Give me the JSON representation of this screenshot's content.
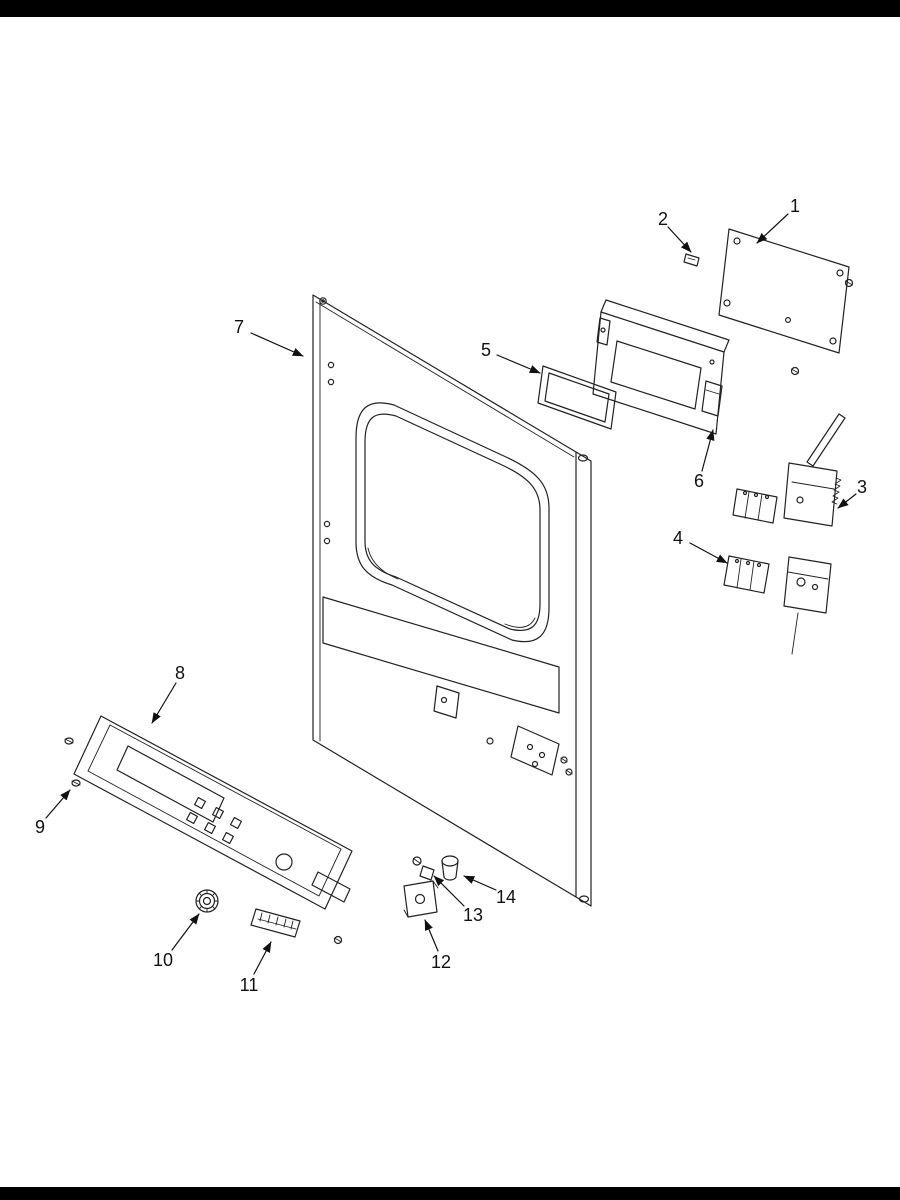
{
  "page": {
    "background": "#ffffff",
    "border_bar_color": "#000000",
    "line_color": "#1c1c1c"
  },
  "diagram": {
    "type": "exploded-parts-diagram",
    "callouts": [
      {
        "label": "1"
      },
      {
        "label": "2"
      },
      {
        "label": "3"
      },
      {
        "label": "4"
      },
      {
        "label": "5"
      },
      {
        "label": "6"
      },
      {
        "label": "7"
      },
      {
        "label": "8"
      },
      {
        "label": "9"
      },
      {
        "label": "10"
      },
      {
        "label": "11"
      },
      {
        "label": "12"
      },
      {
        "label": "13"
      },
      {
        "label": "14"
      }
    ]
  }
}
